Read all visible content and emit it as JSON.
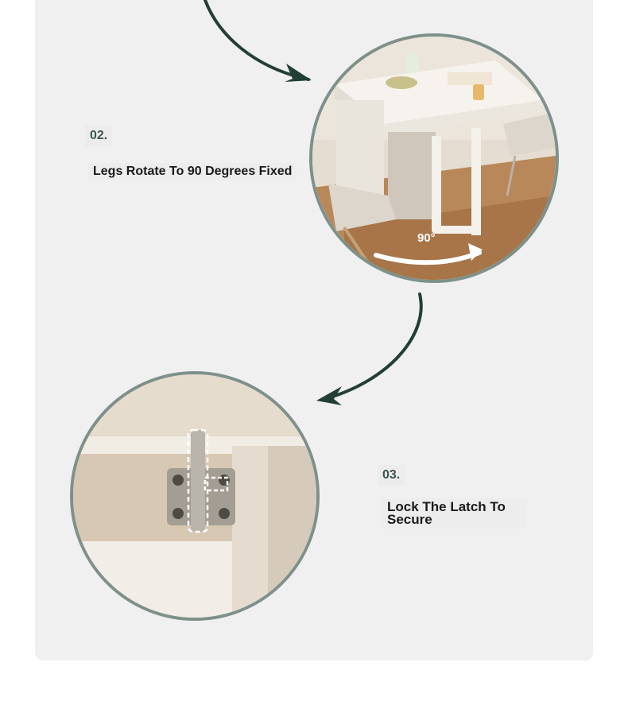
{
  "steps": [
    {
      "number": "02.",
      "text": "Legs Rotate To 90 Degrees Fixed"
    },
    {
      "number": "03.",
      "text": "Lock The Latch To Secure"
    }
  ],
  "rotation_label": "90°",
  "colors": {
    "panel": "#f0f0f0",
    "arrow": "#223f36",
    "circle_border": "#7d918a",
    "step_number": "#3a5550"
  },
  "icons": {
    "arrow_1": "curved-arrow-down-right",
    "arrow_2": "curved-arrow-down-left",
    "rotate": "rotate-arrow"
  }
}
